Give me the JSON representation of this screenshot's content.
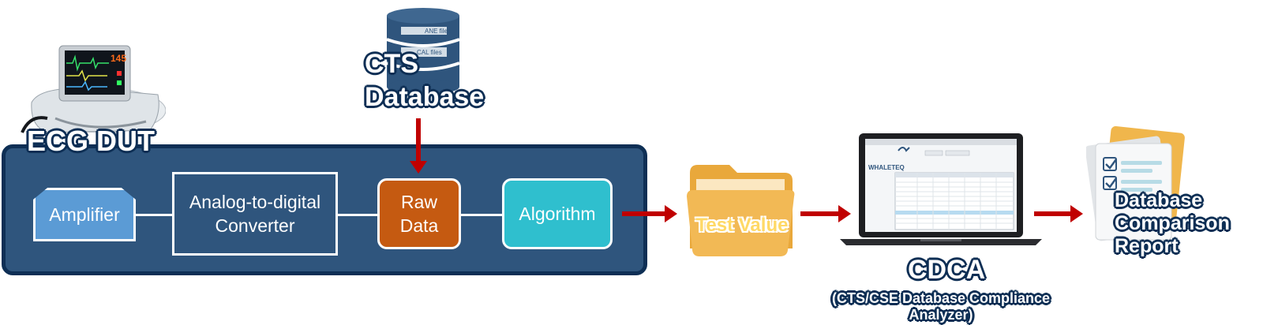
{
  "database": {
    "title_line1": "CTS",
    "title_line2": "Database",
    "disk_label_1": "ANE files",
    "disk_label_2": "CAL files"
  },
  "dut": {
    "title": "ECG DUT",
    "amplifier": "Amplifier",
    "adc_line1": "Analog-to-digital",
    "adc_line2": "Converter",
    "raw_line1": "Raw",
    "raw_line2": "Data",
    "algorithm": "Algorithm"
  },
  "test_value": "Test Value",
  "cdca": {
    "title": "CDCA",
    "subtitle": "(CTS/CSE Database Compliance Analyzer)",
    "brand": "WHALETEQ"
  },
  "report": {
    "line1": "Database",
    "line2": "Comparison",
    "line3": "Report"
  },
  "monitor": {
    "reading": "145"
  },
  "colors": {
    "box": "#2f557d",
    "box_border": "#0e2f55",
    "amplifier": "#5b9bd5",
    "raw_data": "#c55a11",
    "algorithm": "#2fbfce",
    "arrow": "#c00000",
    "folder": "#f0b64c"
  }
}
